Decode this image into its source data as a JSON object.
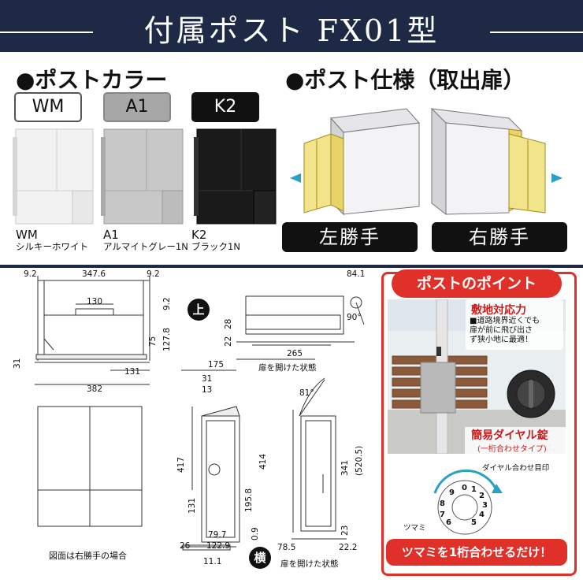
{
  "header": {
    "title": "付属ポスト FX01型"
  },
  "colors_section": {
    "heading": "●ポストカラー",
    "badges": [
      {
        "code": "WM",
        "color": "#ffffff"
      },
      {
        "code": "A1",
        "color": "#a7a7a7"
      },
      {
        "code": "K2",
        "color": "#111111"
      }
    ],
    "items": [
      {
        "code": "WM",
        "name": "シルキーホワイト"
      },
      {
        "code": "A1",
        "name": "アルマイトグレー1N"
      },
      {
        "code": "K2",
        "name": "ブラック1N"
      }
    ]
  },
  "spec_section": {
    "heading": "●ポスト仕様（取出扉）",
    "left_label": "左勝手",
    "right_label": "右勝手"
  },
  "drawing": {
    "top_view_label": "上",
    "side_view_label": "横",
    "door_open_label": "扉を開けた状態",
    "note": "図面は右勝手の場合",
    "dims": {
      "d9_2a": "9.2",
      "d347_6": "347.6",
      "d9_2b": "9.2",
      "d84_1": "84.1",
      "d130": "130",
      "d9_2c": "9.2",
      "d127_8": "127.8",
      "d75": "75",
      "d31": "31",
      "d131a": "131",
      "d382": "382",
      "d28": "28",
      "d22": "22",
      "d90": "90°",
      "d265": "265",
      "d175": "175",
      "d31b": "31",
      "d13": "13",
      "d81": "81°",
      "d417": "417",
      "d414": "414",
      "d131b": "131",
      "d195_8": "195.8",
      "d341": "341",
      "d520_5": "(520.5)",
      "d23": "23",
      "d79_7": "79.7",
      "d0_9": "0.9",
      "d26": "26",
      "d122_9": "122.9",
      "d11_1": "11.1",
      "d78_5": "78.5",
      "d22_2": "22.2"
    }
  },
  "point_box": {
    "title": "ポストのポイント",
    "feature1_title": "敷地対応力",
    "feature1_text": "■道路境界近くでも\n扉が前に飛び出さ\nず狭小地に最適！",
    "feature2_title": "簡易ダイヤル錠",
    "feature2_sub": "(一桁合わせタイプ)",
    "dial_label": "ダイヤル合わせ目印",
    "knob_label": "ツマミ",
    "bottom_text": "ツマミを1桁合わせるだけ！"
  }
}
